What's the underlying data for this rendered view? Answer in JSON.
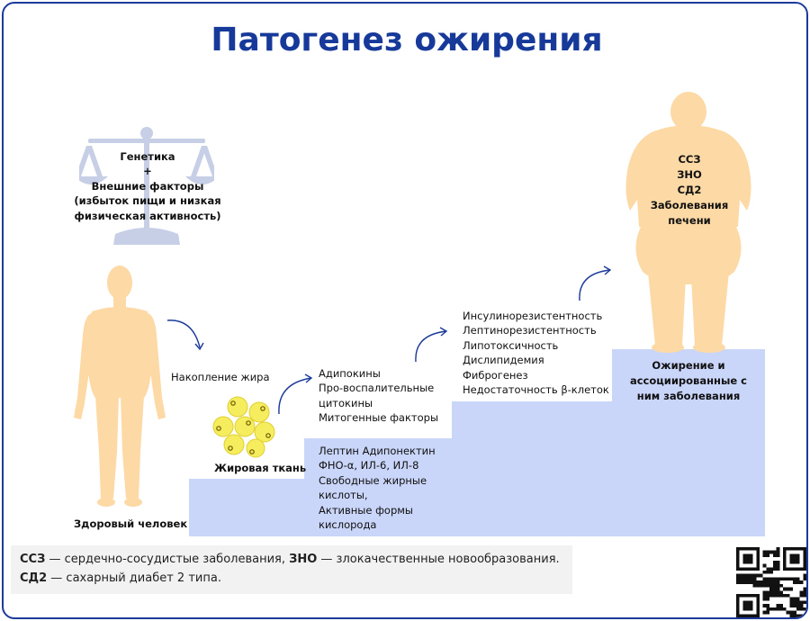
{
  "title": "Патогенез ожирения",
  "factors": [
    "Генетика",
    "+",
    "Внешние факторы",
    "(избыток пищи и низкая",
    "физическая активность)"
  ],
  "healthy_label": "Здоровый человек",
  "accumulation_label": "Накопление жира",
  "adipose_label": "Жировая ткань",
  "step2_top": [
    "Адипокины",
    "Про-воспалительные",
    "цитокины",
    "Митогенные факторы"
  ],
  "step2_bottom": [
    "Лептин Адипонектин",
    "ФНО-α, ИЛ-6, ИЛ-8",
    "Свободные жирные",
    "кислоты,",
    "Активные формы",
    "кислорода"
  ],
  "step3_list": [
    "Инсулинорезистентность",
    "Лептинорезистентность",
    "Липотоксичность",
    "Дислипидемия",
    "Фиброгенез",
    "Недостаточность β-клеток"
  ],
  "obese_diseases": [
    "ССЗ",
    "ЗНО",
    "СД2",
    "Заболевания",
    "печени"
  ],
  "step4_label": [
    "Ожирение и",
    "ассоциированные с",
    "ним заболевания"
  ],
  "legend": {
    "line1": [
      {
        "abbr": "ССЗ",
        "text": " — сердечно-сосудистые заболевания, "
      },
      {
        "abbr": "ЗНО",
        "text": " — злокачественные новообразования."
      }
    ],
    "line2": [
      {
        "abbr": "СД2",
        "text": " — сахарный диабет 2 типа."
      }
    ]
  },
  "colors": {
    "title": "#16399a",
    "frame": "#1b3a9a",
    "stairs": "#c9d5f9",
    "body": "#fcd9a5",
    "scales": "#c7cfe6",
    "fat_cell": "#f6ed5e",
    "arrow": "#1b3a9a"
  },
  "icons": [
    "scales-icon",
    "healthy-person-icon",
    "fat-cells-icon",
    "obese-person-icon",
    "qr-code-icon"
  ]
}
